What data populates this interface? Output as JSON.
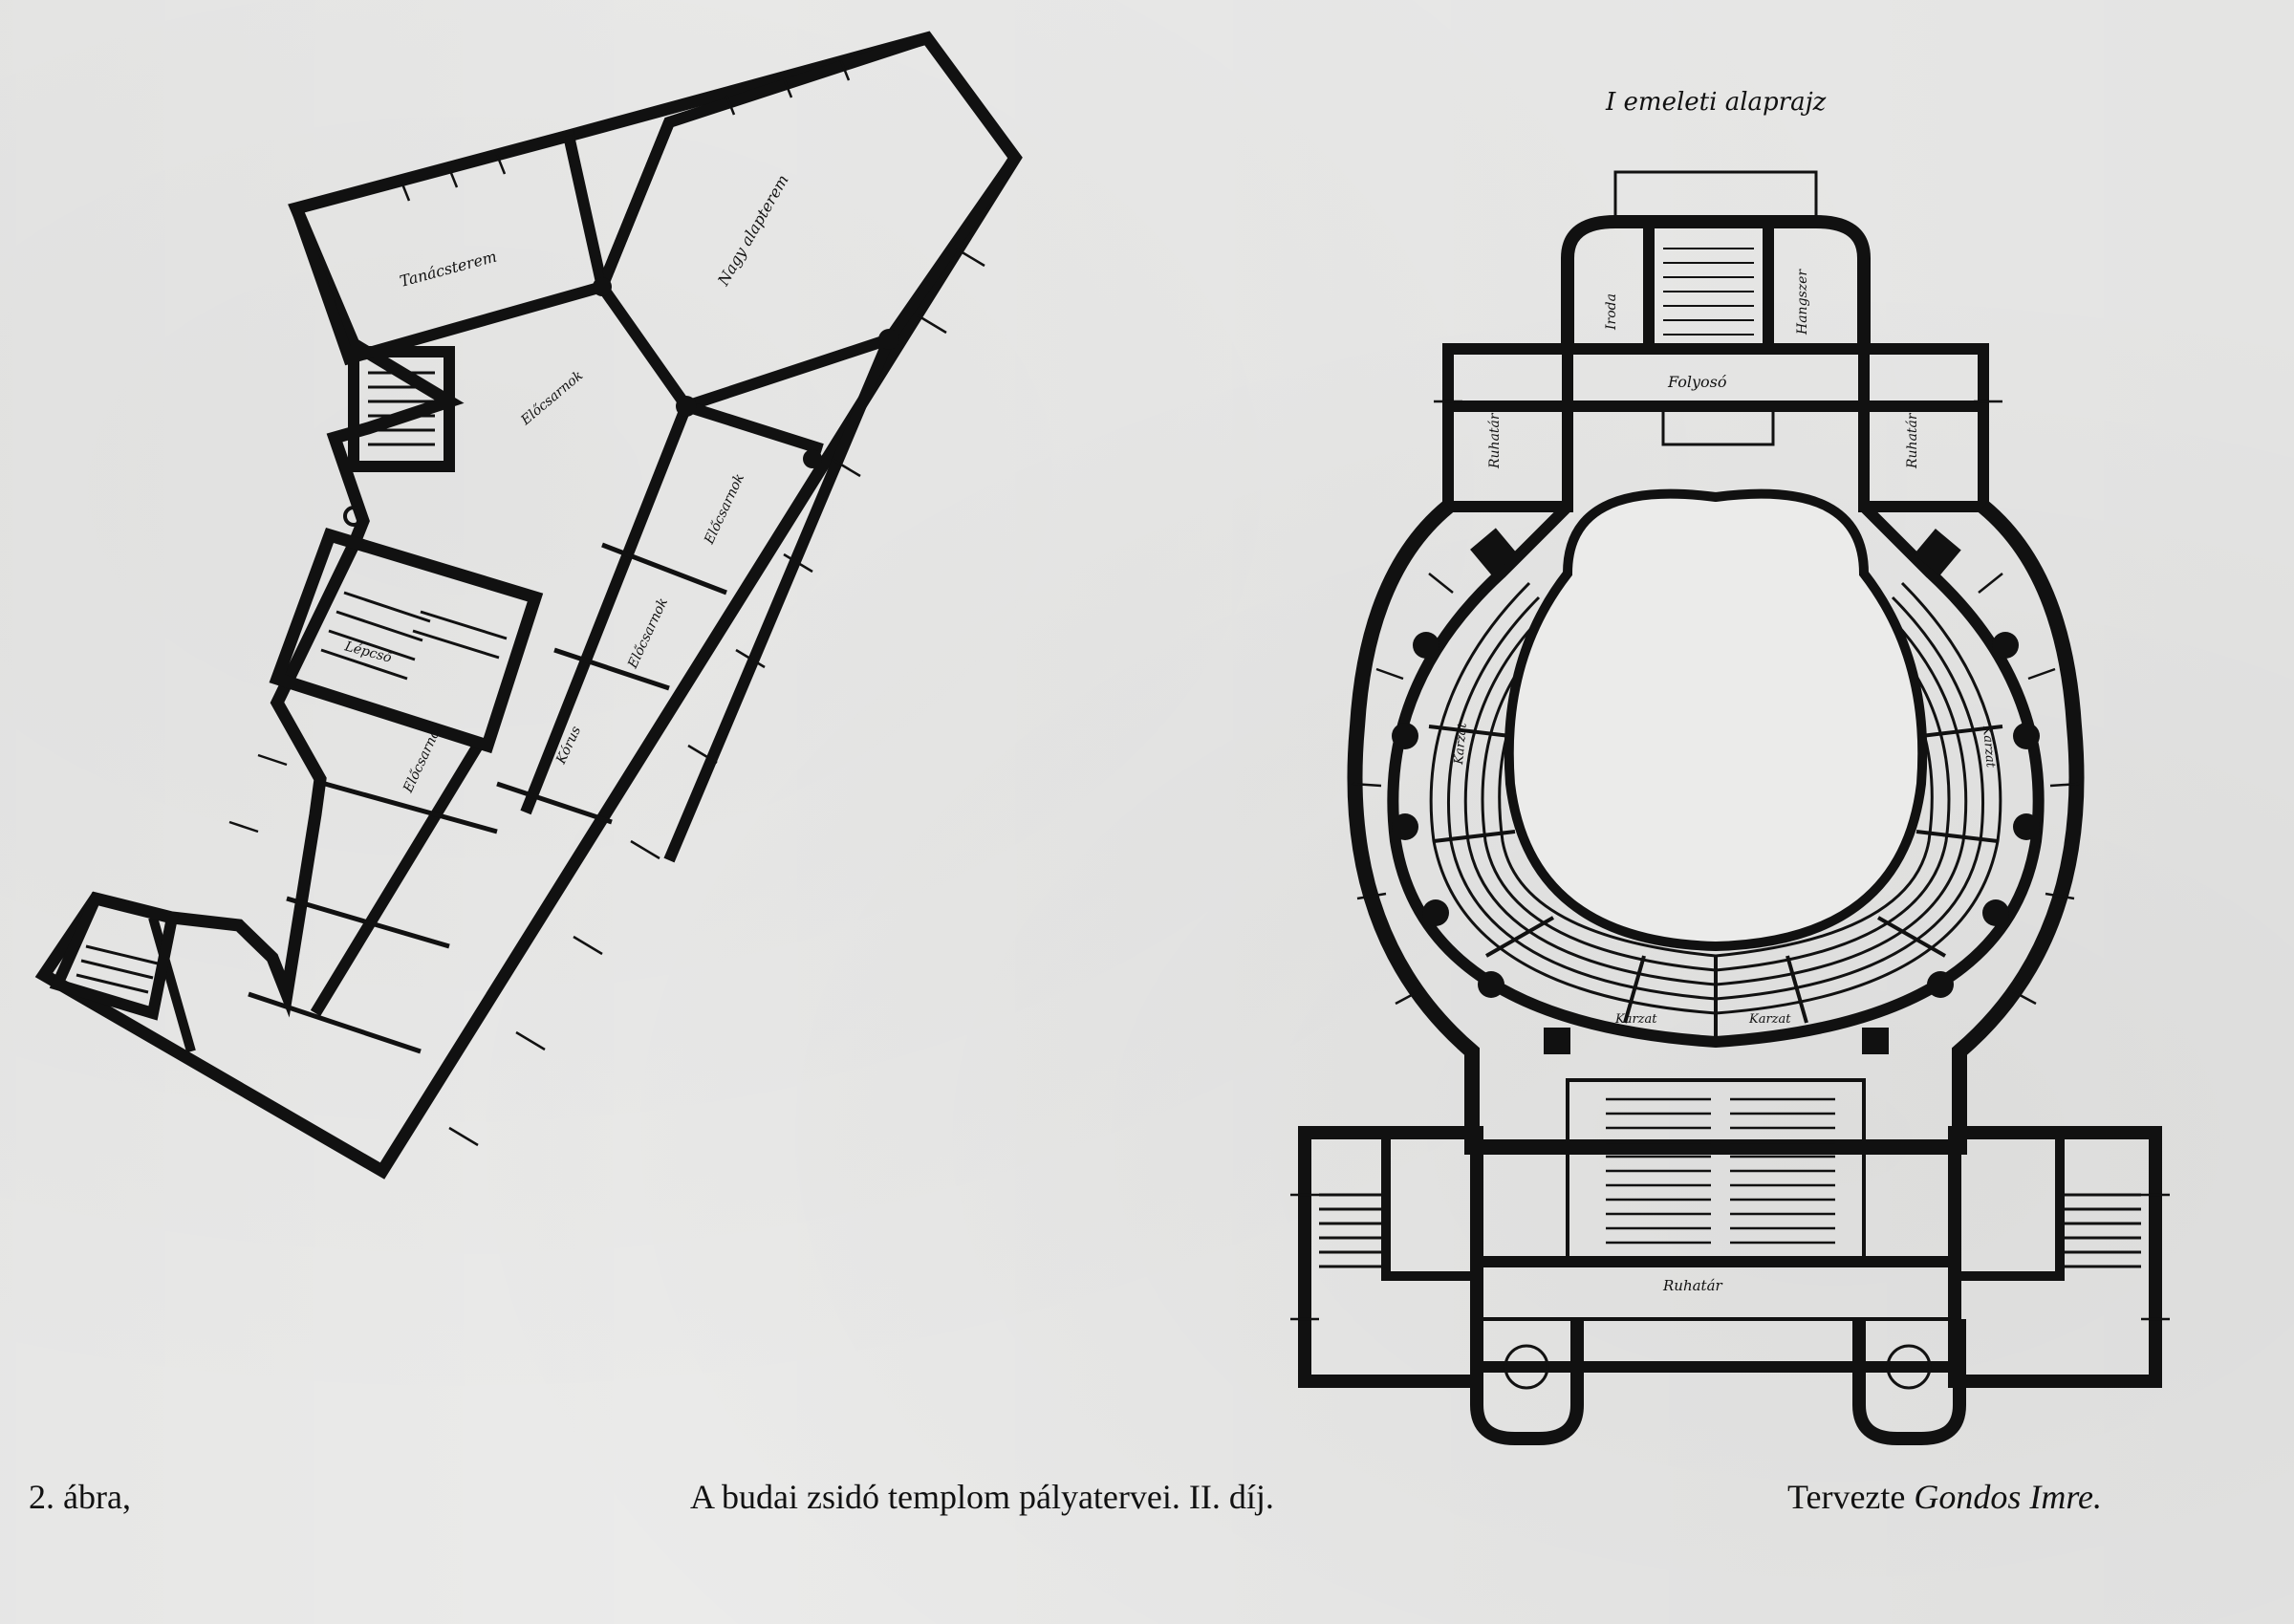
{
  "left_plan": {
    "room_labels": [
      "Tanácsterem",
      "Nagy alapterem",
      "Előcsarnok",
      "Előcsarnok",
      "Előcsarnok",
      "Előcsarnok",
      "Kórus",
      "Lépcső"
    ]
  },
  "right_plan": {
    "title": "I emeleti alaprajz",
    "labels": {
      "top_left_room": "Iroda",
      "top_right_room": "Hangszer",
      "corridor": "Folyosó",
      "coat_left": "Ruhatár",
      "coat_right": "Ruhatár",
      "bottom_coat": "Ruhatár",
      "gallery_left": "Karzat",
      "gallery_right": "Karzat",
      "gallery_bottom_left": "Karzat",
      "gallery_bottom_right": "Karzat"
    }
  },
  "captions": {
    "figure_number": "2. ábra,",
    "title": "A budai zsidó templom pályatervei. II. díj.",
    "designer_prefix": "Tervezte",
    "designer_name": "Gondos Imre."
  }
}
